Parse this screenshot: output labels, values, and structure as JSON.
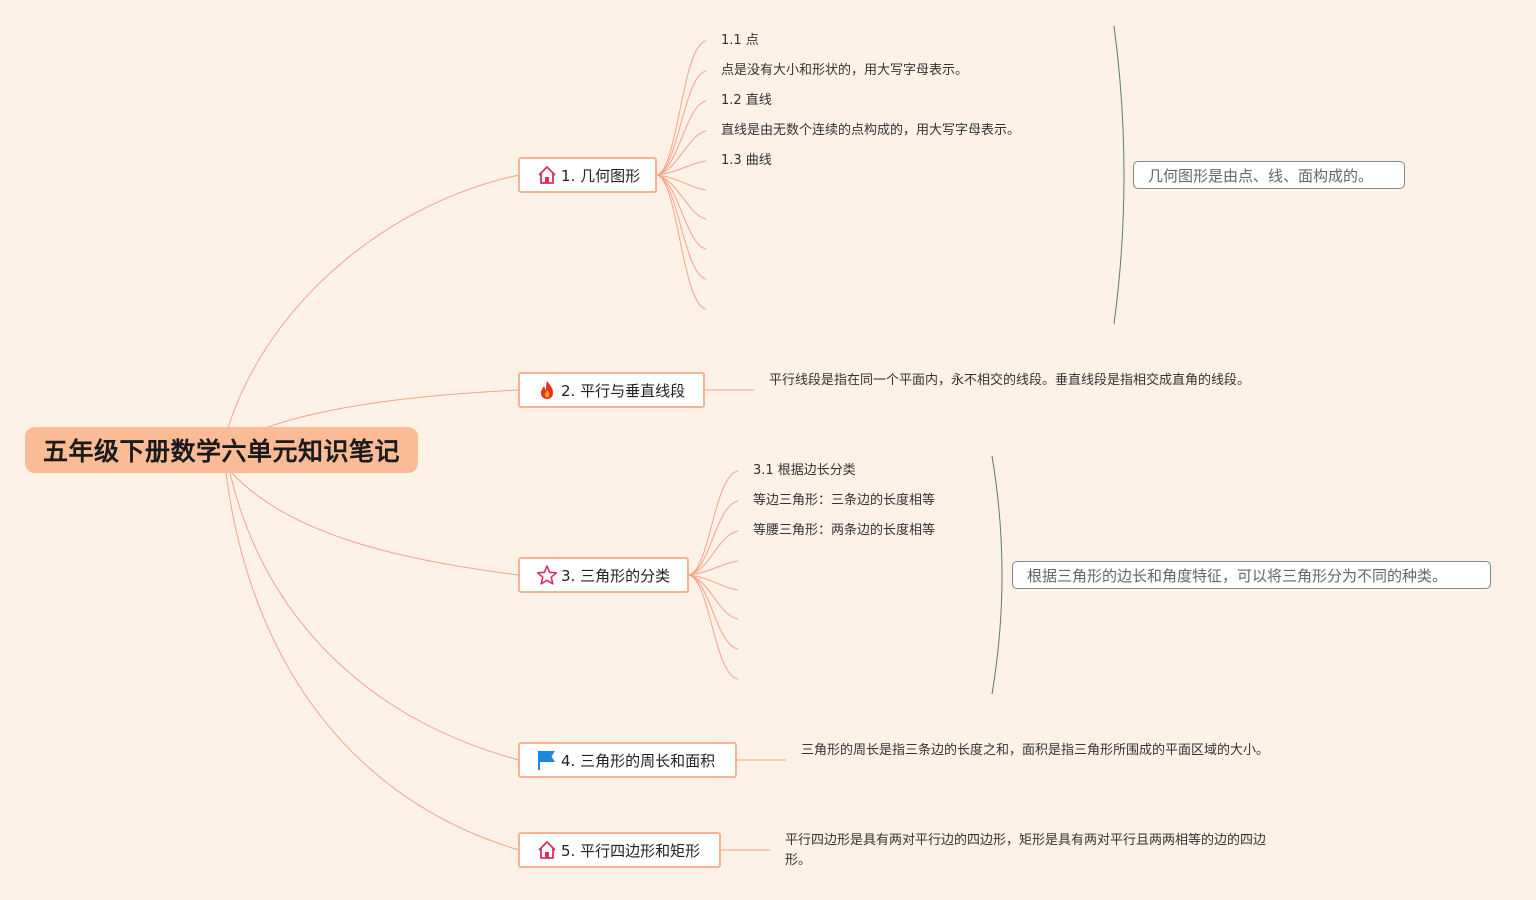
{
  "title": "五年级下册数学六单元知识笔记",
  "colors": {
    "background": "#fef1e6",
    "root": "#fbbb94",
    "connector": "#f7a386",
    "bracket": "#5c7a70"
  },
  "branches": [
    {
      "label": "1. 几何图形",
      "icon": "house-icon",
      "leaves": [
        "1.1 点",
        "点是没有大小和形状的，用大写字母表示。",
        "1.2 直线",
        "直线是由无数个连续的点构成的，用大写字母表示。",
        "1.3 曲线"
      ],
      "summary": "几何图形是由点、线、面构成的。"
    },
    {
      "label": "2. 平行与垂直线段",
      "icon": "fire-icon",
      "description": "平行线段是指在同一个平面内，永不相交的线段。垂直线段是指相交成直角的线段。"
    },
    {
      "label": "3. 三角形的分类",
      "icon": "star-icon",
      "leaves": [
        "3.1 根据边长分类",
        "等边三角形：三条边的长度相等",
        "等腰三角形：两条边的长度相等"
      ],
      "summary": "根据三角形的边长和角度特征，可以将三角形分为不同的种类。"
    },
    {
      "label": "4. 三角形的周长和面积",
      "icon": "flag-icon",
      "description": "三角形的周长是指三条边的长度之和，面积是指三角形所围成的平面区域的大小。"
    },
    {
      "label": "5. 平行四边形和矩形",
      "icon": "house-icon",
      "description": "平行四边形是具有两对平行边的四边形，矩形是具有两对平行且两两相等的边的四边形。"
    }
  ]
}
